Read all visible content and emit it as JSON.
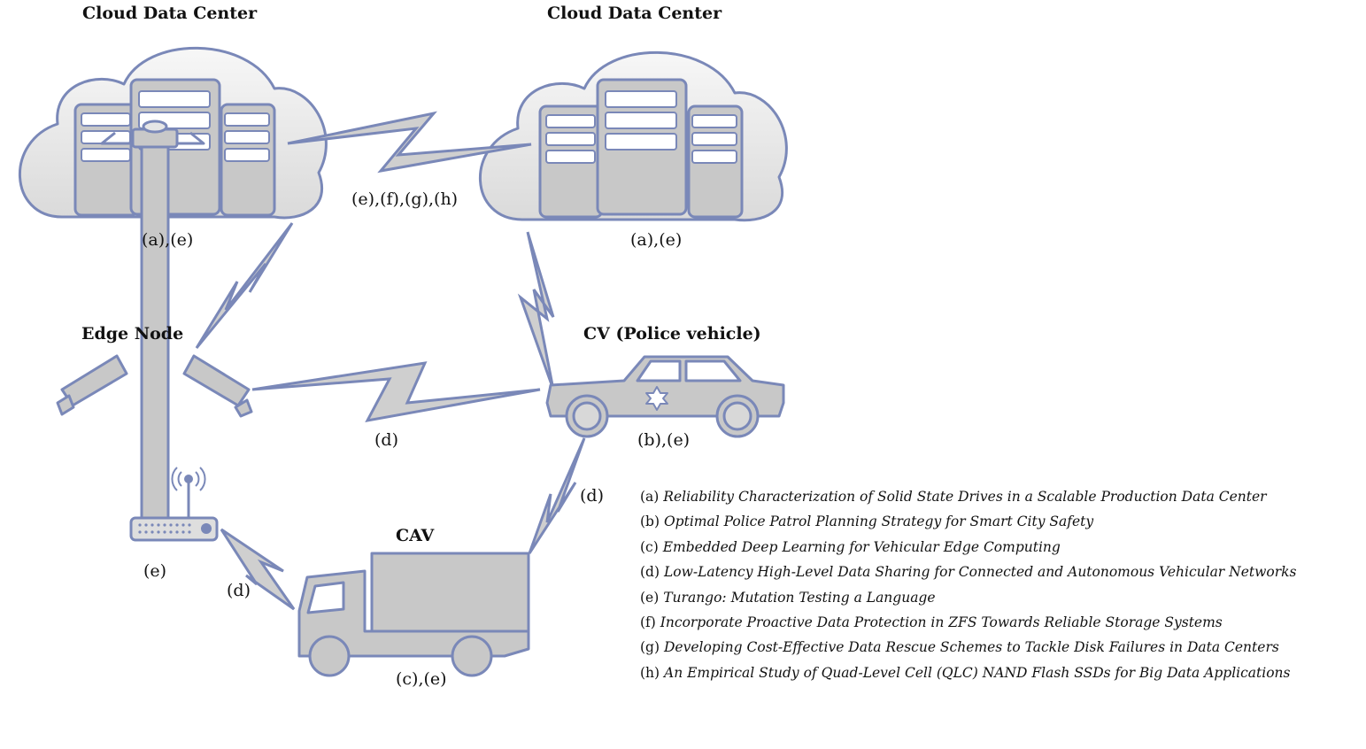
{
  "nodes": {
    "cloud_left": {
      "title": "Cloud Data Center",
      "refs": "(a),(e)"
    },
    "cloud_right": {
      "title": "Cloud Data Center",
      "refs": "(a),(e)"
    },
    "edge": {
      "title": "Edge Node",
      "refs": "(e)"
    },
    "cv": {
      "title": "CV (Police vehicle)",
      "refs": "(b),(e)"
    },
    "cav": {
      "title": "CAV",
      "refs": "(c),(e)"
    }
  },
  "links": {
    "cloud_cloud": "(e),(f),(g),(h)",
    "edge_cv": "(d)",
    "cv_cav": "(d)",
    "edge_cav": "(d)"
  },
  "references": [
    {
      "key": "(a)",
      "title": "Reliability Characterization of Solid State Drives in a Scalable Production Data Center"
    },
    {
      "key": "(b)",
      "title": "Optimal Police Patrol Planning Strategy for Smart City Safety"
    },
    {
      "key": "(c)",
      "title": "Embedded Deep Learning for Vehicular Edge Computing"
    },
    {
      "key": "(d)",
      "title": "Low-Latency High-Level Data Sharing for Connected and Autonomous Vehicular Networks"
    },
    {
      "key": "(e)",
      "title": "Turango: Mutation Testing a Language"
    },
    {
      "key": "(f)",
      "title": "Incorporate Proactive Data Protection in ZFS Towards Reliable Storage Systems"
    },
    {
      "key": "(g)",
      "title": "Developing Cost-Effective Data Rescue Schemes to Tackle Disk Failures in Data Centers"
    },
    {
      "key": "(h)",
      "title": "An Empirical Study of Quad-Level Cell (QLC) NAND Flash SSDs for Big Data Applications"
    }
  ],
  "colors": {
    "fill": "#cfcfcf",
    "stroke": "#7a88b8",
    "cloud_fill": "#ececec"
  }
}
